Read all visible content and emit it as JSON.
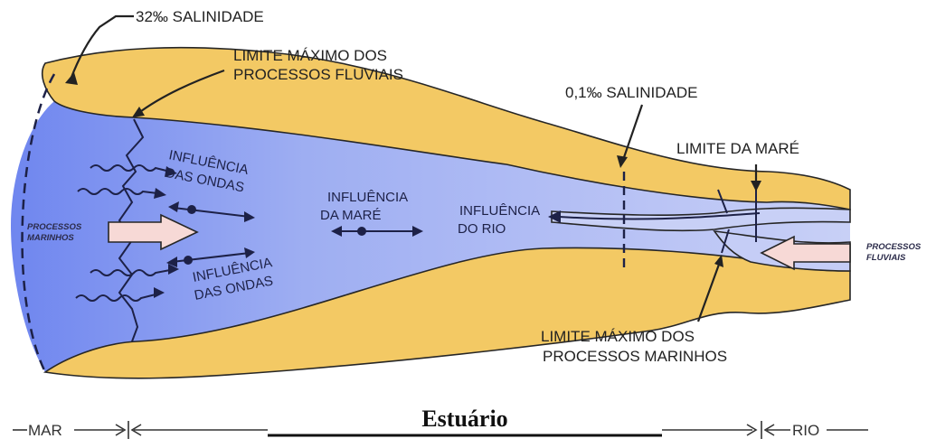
{
  "labels": {
    "salinity_high": "32‰ SALINIDADE",
    "fluvial_limit_line1": "LIMITE MÁXIMO DOS",
    "fluvial_limit_line2": "PROCESSOS FLUVIAIS",
    "salinity_low": "0,1‰ SALINIDADE",
    "tide_limit": "LIMITE DA MARÉ",
    "marine_limit_line1": "LIMITE MÁXIMO DOS",
    "marine_limit_line2": "PROCESSOS MARINHOS",
    "wave_influence_upper_line1": "INFLUÊNCIA",
    "wave_influence_upper_line2": "DAS ONDAS",
    "wave_influence_lower_line1": "INFLUÊNCIA",
    "wave_influence_lower_line2": "DAS ONDAS",
    "tide_influence_line1": "INFLUÊNCIA",
    "tide_influence_line2": "DA MARÉ",
    "river_influence_line1": "INFLUÊNCIA",
    "river_influence_line2": "DO RIO",
    "marine_processes_line1": "PROCESSOS",
    "marine_processes_line2": "MARINHOS",
    "fluvial_processes_line1": "PROCESSOS",
    "fluvial_processes_line2": "FLUVIAIS"
  },
  "scale_bar": {
    "sea": "MAR",
    "estuary": "Estuário",
    "river": "RIO"
  },
  "colors": {
    "land": "#f3c964",
    "land_outline": "#262626",
    "water_dark": "#6f86ef",
    "water_light": "#c5cdf6",
    "process_arrow": "#f7d9d6"
  }
}
